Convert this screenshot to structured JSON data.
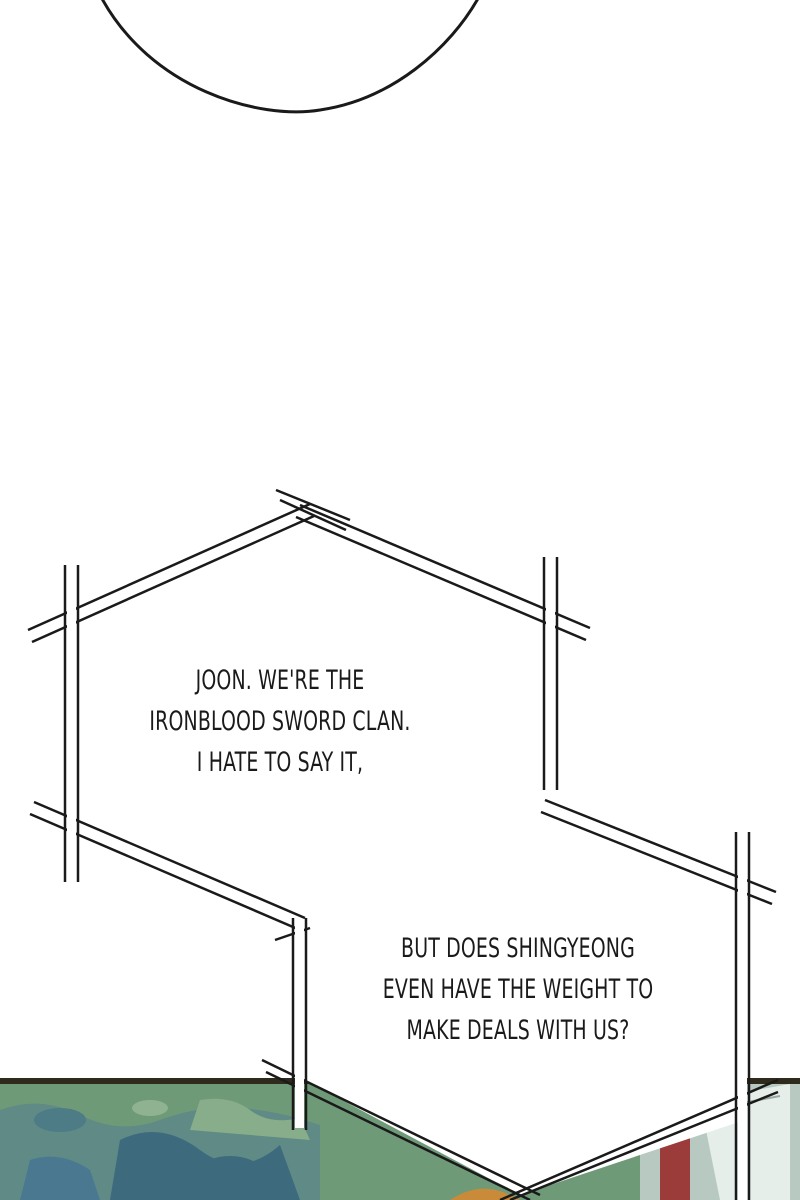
{
  "panel": {
    "bubble_top": {
      "lines": [
        "JOON. WE'RE THE",
        "IRONBLOOD SWORD CLAN.",
        "I HATE TO SAY IT,"
      ]
    },
    "bubble_bottom": {
      "lines": [
        "BUT DOES SHINGYEONG",
        "EVEN HAVE THE WEIGHT TO",
        "MAKE DEALS WITH US?"
      ]
    }
  },
  "colors": {
    "ink": "#1a1a1a",
    "paper": "#ffffff",
    "foliage": "#6f9a78",
    "foliage_dark": "#3e6a7e",
    "frame_dark": "#2e2a1c",
    "accent_red": "#9b3b3a"
  }
}
